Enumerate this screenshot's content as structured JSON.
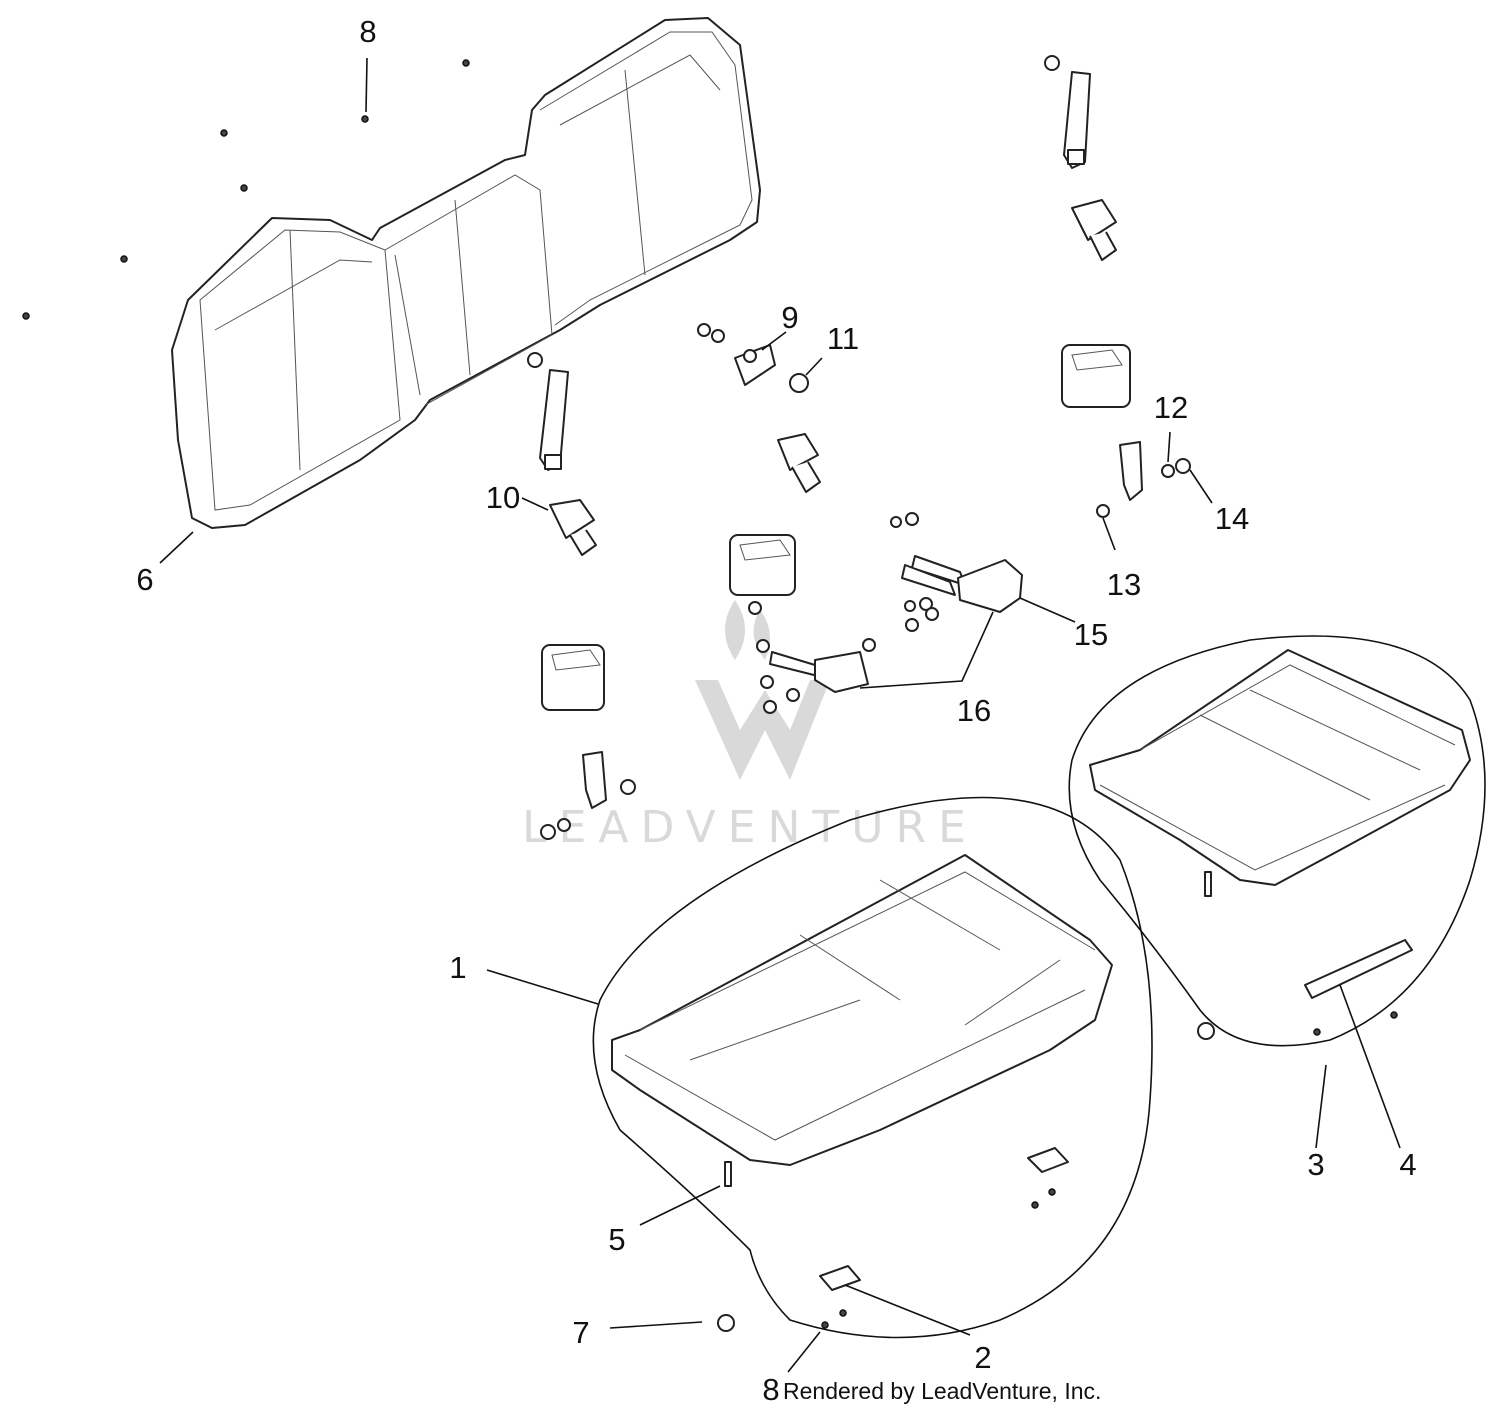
{
  "callouts": [
    {
      "id": "1",
      "label": "1"
    },
    {
      "id": "2",
      "label": "2"
    },
    {
      "id": "3",
      "label": "3"
    },
    {
      "id": "4",
      "label": "4"
    },
    {
      "id": "5",
      "label": "5"
    },
    {
      "id": "6",
      "label": "6"
    },
    {
      "id": "7",
      "label": "7"
    },
    {
      "id": "8a",
      "label": "8"
    },
    {
      "id": "8b",
      "label": "8"
    },
    {
      "id": "9",
      "label": "9"
    },
    {
      "id": "10",
      "label": "10"
    },
    {
      "id": "11",
      "label": "11"
    },
    {
      "id": "12",
      "label": "12"
    },
    {
      "id": "13",
      "label": "13"
    },
    {
      "id": "14",
      "label": "14"
    },
    {
      "id": "15",
      "label": "15"
    },
    {
      "id": "16",
      "label": "16"
    }
  ],
  "watermark": {
    "text": "LEADVENTURE",
    "color": "#d9d9d9"
  },
  "credit": "Rendered by LeadVenture, Inc."
}
